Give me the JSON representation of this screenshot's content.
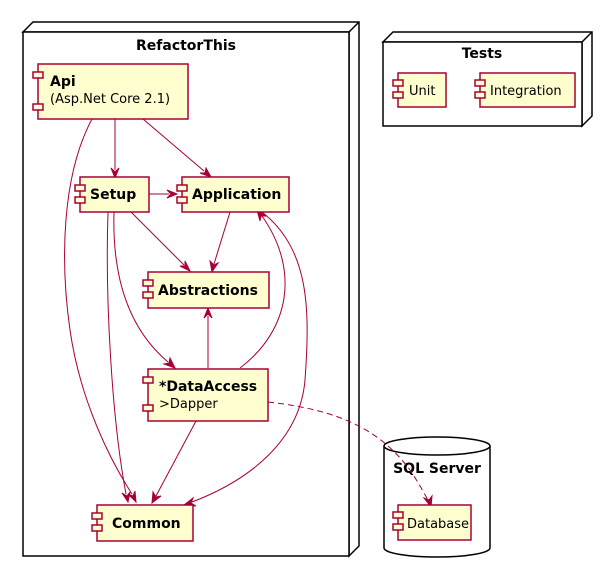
{
  "colors": {
    "component_fill": "#FEFECE",
    "component_border": "#A80036",
    "arrow": "#A80036",
    "container_border": "#000000"
  },
  "nodes": {
    "refactorthis": {
      "title": "RefactorThis"
    },
    "tests": {
      "title": "Tests"
    },
    "sqlserver": {
      "title": "SQL Server"
    }
  },
  "components": {
    "api": {
      "line1": "Api",
      "line2": "(Asp.Net Core 2.1)"
    },
    "setup": {
      "line1": "Setup"
    },
    "application": {
      "line1": "Application"
    },
    "abstractions": {
      "line1": "Abstractions"
    },
    "dataaccess": {
      "line1": "*DataAccess",
      "line2": ">Dapper"
    },
    "common": {
      "line1": "Common"
    },
    "unit": {
      "line1": "Unit"
    },
    "integration": {
      "line1": "Integration"
    },
    "database": {
      "line1": "Database"
    }
  },
  "edges": [
    {
      "from": "api",
      "to": "setup",
      "style": "solid"
    },
    {
      "from": "api",
      "to": "application",
      "style": "solid"
    },
    {
      "from": "api",
      "to": "common",
      "style": "solid"
    },
    {
      "from": "setup",
      "to": "application",
      "style": "solid"
    },
    {
      "from": "setup",
      "to": "abstractions",
      "style": "solid"
    },
    {
      "from": "setup",
      "to": "dataaccess",
      "style": "solid"
    },
    {
      "from": "setup",
      "to": "common",
      "style": "solid"
    },
    {
      "from": "application",
      "to": "abstractions",
      "style": "solid"
    },
    {
      "from": "application",
      "to": "common",
      "style": "solid"
    },
    {
      "from": "dataaccess",
      "to": "abstractions",
      "style": "solid"
    },
    {
      "from": "dataaccess",
      "to": "application",
      "style": "solid"
    },
    {
      "from": "dataaccess",
      "to": "common",
      "style": "solid"
    },
    {
      "from": "dataaccess",
      "to": "database",
      "style": "dashed"
    }
  ]
}
